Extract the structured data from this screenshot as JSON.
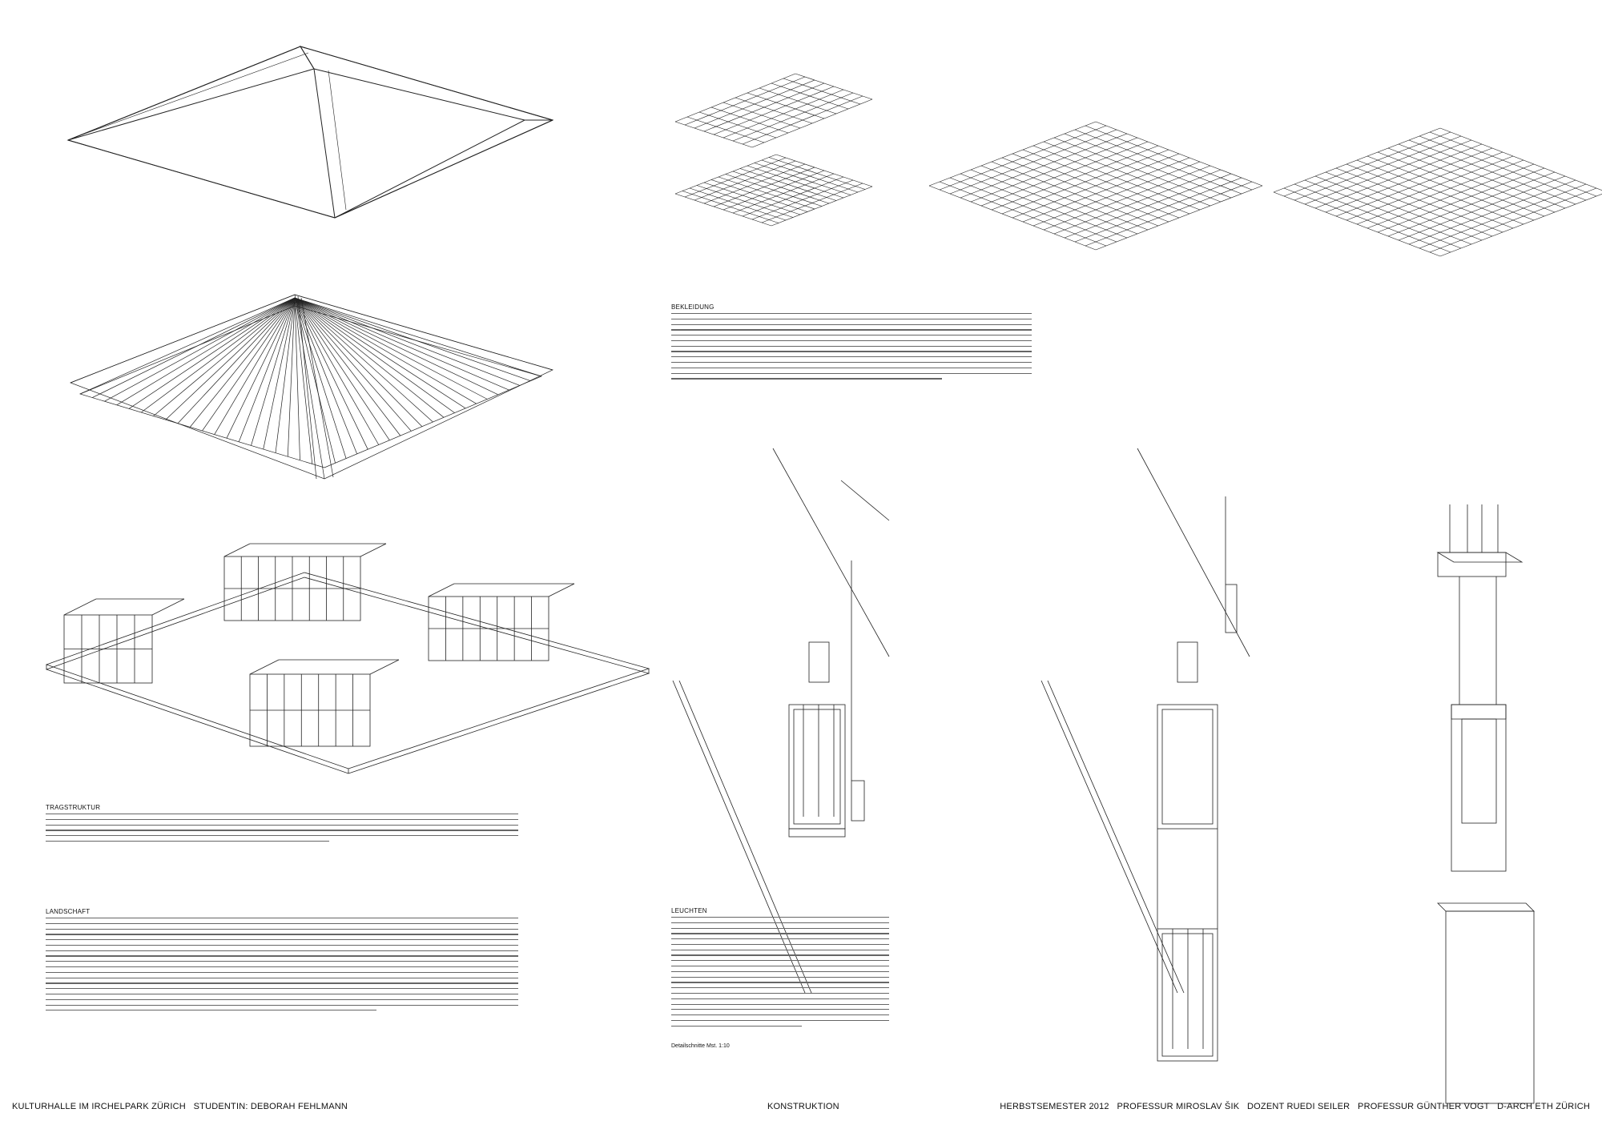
{
  "sections": {
    "tragstruktur": "TRAGSTRUKTUR",
    "landschaft": "LANDSCHAFT",
    "bekleidung": "BEKLEIDUNG",
    "leuchten": "LEUCHTEN"
  },
  "detail_note": "Detailschnitte Mst. 1:10",
  "footer": {
    "left": "KULTURHALLE IM IRCHELPARK ZÜRICH   STUDENTIN: DEBORAH FEHLMANN",
    "center": "KONSTRUKTION",
    "right": "HERBSTSEMESTER 2012   PROFESSUR MIROSLAV ŠIK   DOZENT RUEDI SEILER   PROFESSUR GÜNTHER VOGT   D-ARCH ETH ZÜRICH"
  }
}
